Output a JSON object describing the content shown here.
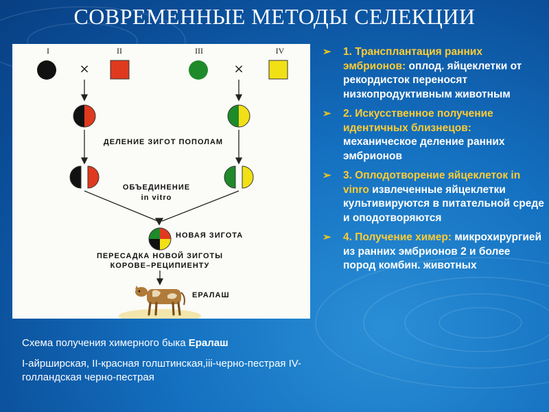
{
  "title": "СОВРЕМЕННЫЕ МЕТОДЫ СЕЛЕКЦИИ",
  "colors": {
    "background": "#1470c0",
    "bullet_accent": "#f5c518",
    "highlight_text": "#ffcc33",
    "red": "#e03a1e",
    "yellow": "#f2e016",
    "green": "#1f8a2a",
    "black": "#111111"
  },
  "diagram": {
    "roman_labels": [
      "I",
      "II",
      "III",
      "IV"
    ],
    "multiply_sign": "×",
    "step_division": "ДЕЛЕНИЕ ЗИГОТ ПОПОЛАМ",
    "step_merge_line1": "ОБЪЕДИНЕНИЕ",
    "step_merge_line2": "in vitro",
    "new_zygote": "НОВАЯ ЗИГОТА",
    "transfer_line1": "ПЕРЕСАДКА НОВОЙ ЗИГОТЫ",
    "transfer_line2": "КОРОВЕ–РЕЦИПИЕНТУ",
    "calf_name": "ЕРАЛАШ"
  },
  "caption": {
    "title_prefix": "Схема получения химерного   быка ",
    "title_bold": "Ералаш",
    "breeds": "I-айрширская, II-красная голштинская,iii-черно-пестрая IV-голландская черно-пестрая"
  },
  "bullets": [
    {
      "highlight": "1. Трансплантация ранних эмбрионов:",
      "text": " оплод. яйцеклетки от рекордисток переносят низкопродуктивным животным"
    },
    {
      "highlight": "2. Искусственное получение идентичных близнецов:",
      "text": " механическое деление ранних эмбрионов"
    },
    {
      "highlight": "3. Оплодотворение яйцеклеток in vinro",
      "text": " извлеченные яйцеклетки культивируются в питательной среде и оподотворяются"
    },
    {
      "highlight": "4. Получение химер:",
      "text": " микрохирургией из ранних эмбрионов 2 и более пород комбин. животных"
    }
  ]
}
